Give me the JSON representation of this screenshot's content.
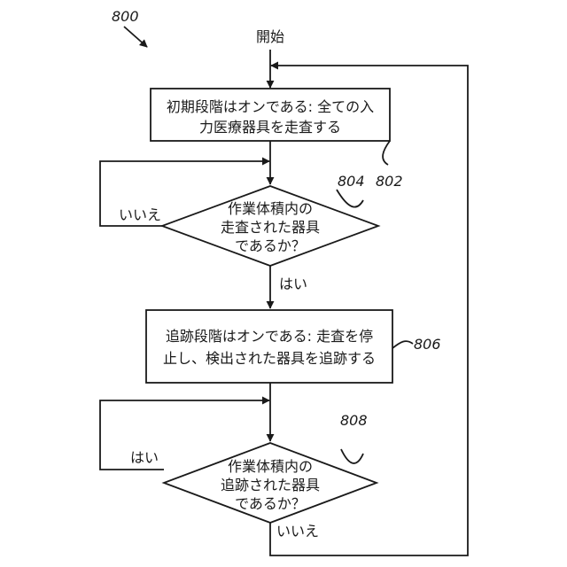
{
  "figure_number": "800",
  "start_label": "開始",
  "step_802": {
    "ref": "802",
    "lines": [
      "初期段階はオンである: 全ての入",
      "力医療器具を走査する"
    ]
  },
  "decision_804": {
    "ref": "804",
    "lines": [
      "作業体積内の",
      "走査された器具",
      "であるか？"
    ],
    "no_label": "いいえ",
    "yes_label": "はい"
  },
  "step_806": {
    "ref": "806",
    "lines": [
      "追跡段階はオンである: 走査を停",
      "止し、検出された器具を追跡する"
    ]
  },
  "decision_808": {
    "ref": "808",
    "lines": [
      "作業体積内の",
      "追跡された器具",
      "であるか？"
    ],
    "yes_label": "はい",
    "no_label": "いいえ"
  }
}
